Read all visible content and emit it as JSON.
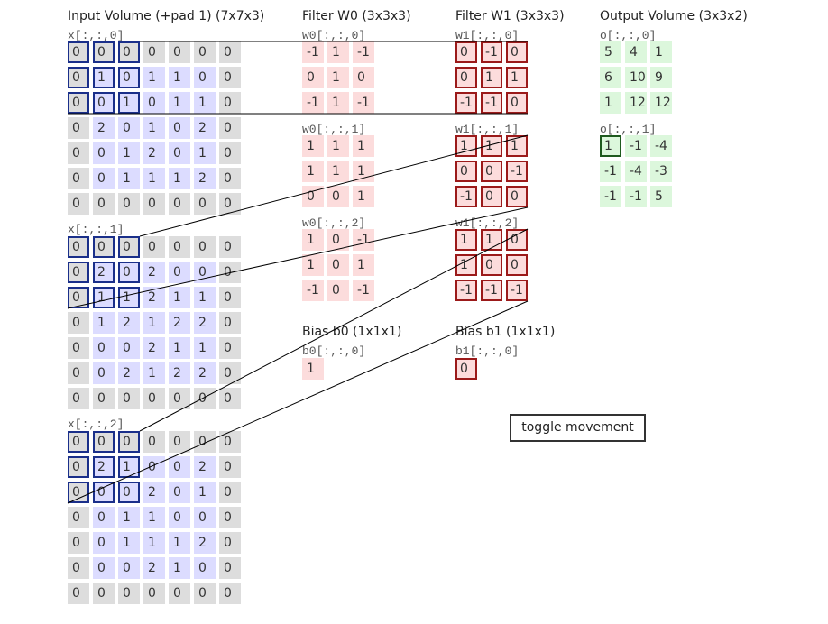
{
  "input": {
    "title": "Input Volume (+pad 1) (7x7x3)",
    "slices": [
      {
        "label": "x[:,:,0]",
        "rows": [
          [
            0,
            0,
            0,
            0,
            0,
            0,
            0
          ],
          [
            0,
            1,
            0,
            1,
            1,
            0,
            0
          ],
          [
            0,
            0,
            1,
            0,
            1,
            1,
            0
          ],
          [
            0,
            2,
            0,
            1,
            0,
            2,
            0
          ],
          [
            0,
            0,
            1,
            2,
            0,
            1,
            0
          ],
          [
            0,
            0,
            1,
            1,
            1,
            2,
            0
          ],
          [
            0,
            0,
            0,
            0,
            0,
            0,
            0
          ]
        ]
      },
      {
        "label": "x[:,:,1]",
        "rows": [
          [
            0,
            0,
            0,
            0,
            0,
            0,
            0
          ],
          [
            0,
            2,
            0,
            2,
            0,
            0,
            0
          ],
          [
            0,
            1,
            1,
            2,
            1,
            1,
            0
          ],
          [
            0,
            1,
            2,
            1,
            2,
            2,
            0
          ],
          [
            0,
            0,
            0,
            2,
            1,
            1,
            0
          ],
          [
            0,
            0,
            2,
            1,
            2,
            2,
            0
          ],
          [
            0,
            0,
            0,
            0,
            0,
            0,
            0
          ]
        ]
      },
      {
        "label": "x[:,:,2]",
        "rows": [
          [
            0,
            0,
            0,
            0,
            0,
            0,
            0
          ],
          [
            0,
            2,
            1,
            0,
            0,
            2,
            0
          ],
          [
            0,
            0,
            0,
            2,
            0,
            1,
            0
          ],
          [
            0,
            0,
            1,
            1,
            0,
            0,
            0
          ],
          [
            0,
            0,
            1,
            1,
            1,
            2,
            0
          ],
          [
            0,
            0,
            0,
            2,
            1,
            0,
            0
          ],
          [
            0,
            0,
            0,
            0,
            0,
            0,
            0
          ]
        ]
      }
    ]
  },
  "filter_w0": {
    "title": "Filter W0 (3x3x3)",
    "slices": [
      {
        "label": "w0[:,:,0]",
        "rows": [
          [
            -1,
            1,
            -1
          ],
          [
            0,
            1,
            0
          ],
          [
            -1,
            1,
            -1
          ]
        ]
      },
      {
        "label": "w0[:,:,1]",
        "rows": [
          [
            1,
            1,
            1
          ],
          [
            1,
            1,
            1
          ],
          [
            0,
            0,
            1
          ]
        ]
      },
      {
        "label": "w0[:,:,2]",
        "rows": [
          [
            1,
            0,
            -1
          ],
          [
            1,
            0,
            1
          ],
          [
            -1,
            0,
            -1
          ]
        ]
      }
    ]
  },
  "filter_w1": {
    "title": "Filter W1 (3x3x3)",
    "slices": [
      {
        "label": "w1[:,:,0]",
        "rows": [
          [
            0,
            -1,
            0
          ],
          [
            0,
            1,
            1
          ],
          [
            -1,
            -1,
            0
          ]
        ]
      },
      {
        "label": "w1[:,:,1]",
        "rows": [
          [
            1,
            1,
            1
          ],
          [
            0,
            0,
            -1
          ],
          [
            -1,
            0,
            0
          ]
        ]
      },
      {
        "label": "w1[:,:,2]",
        "rows": [
          [
            1,
            1,
            0
          ],
          [
            1,
            0,
            0
          ],
          [
            -1,
            -1,
            -1
          ]
        ]
      }
    ]
  },
  "bias_b0": {
    "title": "Bias b0 (1x1x1)",
    "label": "b0[:,:,0]",
    "value": 1
  },
  "bias_b1": {
    "title": "Bias b1 (1x1x1)",
    "label": "b1[:,:,0]",
    "value": 0
  },
  "output": {
    "title": "Output Volume (3x3x2)",
    "slices": [
      {
        "label": "o[:,:,0]",
        "rows": [
          [
            5,
            4,
            1
          ],
          [
            6,
            10,
            9
          ],
          [
            1,
            12,
            12
          ]
        ]
      },
      {
        "label": "o[:,:,1]",
        "rows": [
          [
            1,
            -1,
            -4
          ],
          [
            -1,
            -4,
            -3
          ],
          [
            -1,
            -1,
            5
          ]
        ]
      }
    ]
  },
  "highlight": {
    "input_window_row": 0,
    "input_window_col": 0,
    "active_filter": 1,
    "output_row": 0,
    "output_col": 0,
    "active_output_slice": 1
  },
  "controls": {
    "toggle_label": "toggle movement"
  },
  "colors": {
    "input_cell": "#dcdcff",
    "pad_cell": "#dddddd",
    "filter_cell": "#fcdcdc",
    "output_cell": "#dcf7dc",
    "input_highlight": "#1a2f8a",
    "filter_highlight": "#9b1a1a",
    "output_highlight": "#1e5a1e",
    "link_line": "#000000"
  }
}
